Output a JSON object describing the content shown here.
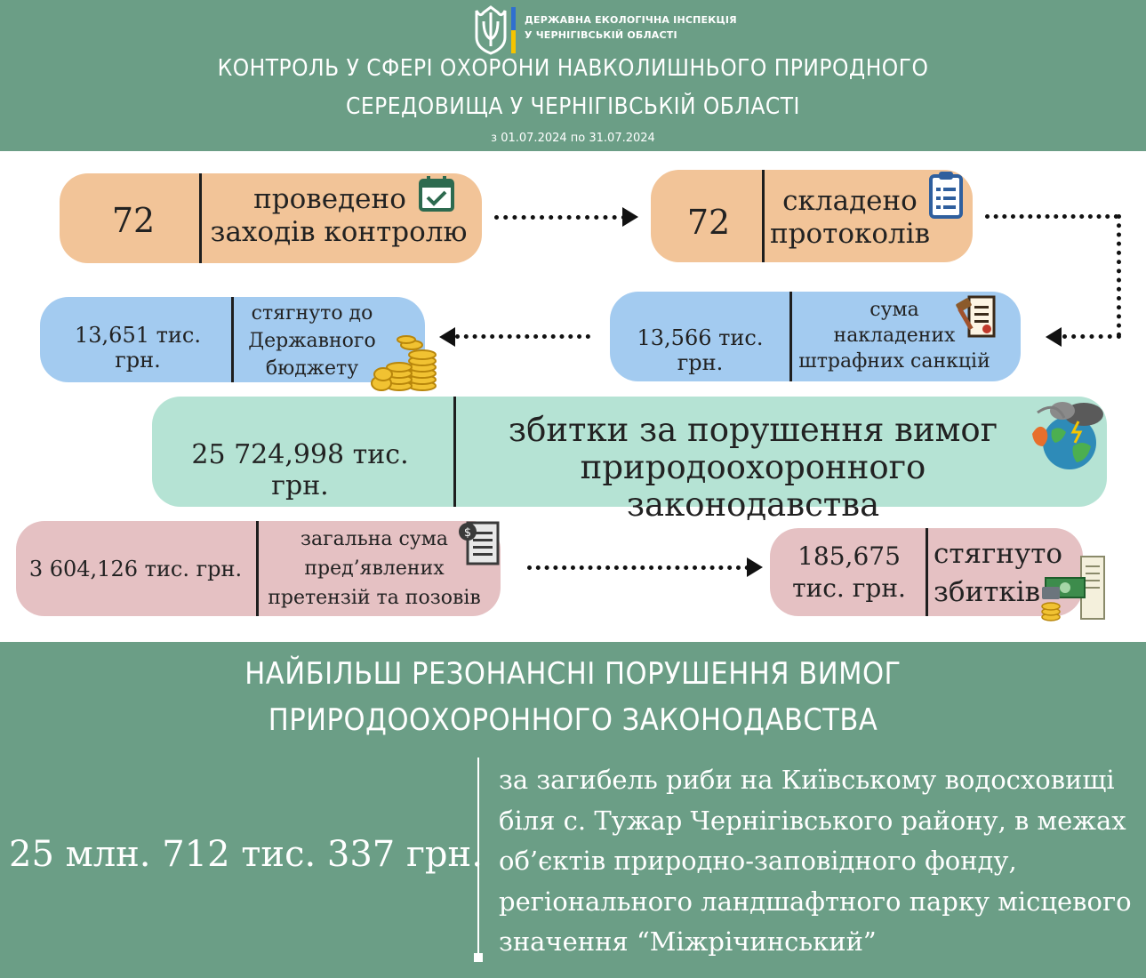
{
  "header": {
    "org_line1": "ДЕРЖАВНА ЕКОЛОГІЧНА ІНСПЕКЦІЯ",
    "org_line2": "У ЧЕРНІГІВСЬКІЙ ОБЛАСТІ",
    "title_line1": "КОНТРОЛЬ У СФЕРІ ОХОРОНИ НАВКОЛИШНЬОГО ПРИРОДНОГО",
    "title_line2": "СЕРЕДОВИЩА У ЧЕРНІГІВСЬКІЙ ОБЛАСТІ",
    "period": "з 01.07.2024 по 31.07.2024"
  },
  "stats": {
    "inspections": {
      "value": "72",
      "label_line1": "проведено",
      "label_line2": "заходів контролю"
    },
    "protocols": {
      "value": "72",
      "label_line1": "складено",
      "label_line2": "протоколів"
    },
    "fines": {
      "value": "13,566 тис. грн.",
      "label_line1": "сума",
      "label_line2": "накладених",
      "label_line3": "штрафних санкцій"
    },
    "budget": {
      "value": "13,651 тис. грн.",
      "label_line1": "стягнуто до",
      "label_line2": "Державного",
      "label_line3": "бюджету"
    },
    "damages": {
      "value": "25 724,998 тис. грн.",
      "label_line1": "збитки за порушення вимог",
      "label_line2": "природоохоронного законодавства"
    },
    "claims": {
      "value": "3 604,126 тис. грн.",
      "label_line1": "загальна сума",
      "label_line2": "пред’явлених",
      "label_line3": "претензій та позовів"
    },
    "recovered": {
      "value_line1": "185,675",
      "value_line2": "тис. грн.",
      "label_line1": "стягнуто",
      "label_line2": "збитків"
    }
  },
  "resonant": {
    "heading_line1": "НАЙБІЛЬШ РЕЗОНАНСНІ ПОРУШЕННЯ ВИМОГ",
    "heading_line2": "ПРИРОДООХОРОННОГО ЗАКОНОДАВСТВА",
    "amount": "25 млн. 712 тис. 337 грн.",
    "desc_line1": "за загибель риби на Київському водосховищі",
    "desc_line2": "біля с. Тужар Чернігівського району, в межах",
    "desc_line3": "об’єктів природно-заповідного фонду,",
    "desc_line4": "регіонального ландшафтного парку місцевого",
    "desc_line5": "значення “Міжрічинський”"
  },
  "colors": {
    "band": "#6b9e86",
    "orange": "#f2c498",
    "blue": "#a3cbf0",
    "mint": "#b5e3d4",
    "pink": "#e5c1c3"
  },
  "icons": [
    "trident-emblem",
    "calendar-check-icon",
    "clipboard-icon",
    "gavel-document-icon",
    "coins-icon",
    "globe-storm-icon",
    "invoice-icon",
    "money-receipt-icon"
  ]
}
